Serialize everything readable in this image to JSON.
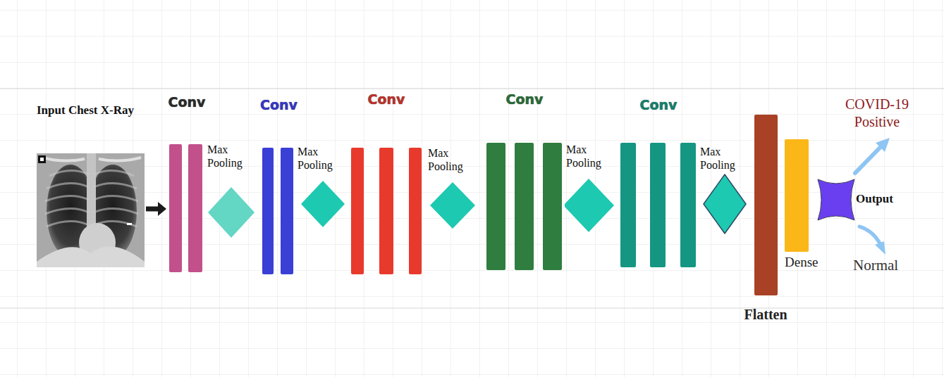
{
  "diagram": {
    "nodes": [
      {
        "text": [
          "Input Chest X-Ray"
        ]
      },
      {
        "text": [
          "Conv"
        ]
      },
      {
        "text": [
          "Max Pooling"
        ]
      },
      {
        "text": [
          "Conv"
        ]
      },
      {
        "text": [
          "Max Pooling"
        ]
      },
      {
        "text": [
          "Conv"
        ]
      },
      {
        "text": [
          "Max Pooling"
        ]
      },
      {
        "text": [
          "Conv"
        ]
      },
      {
        "text": [
          "Max Pooling"
        ]
      },
      {
        "text": [
          "Conv"
        ]
      },
      {
        "text": [
          "Max Pooling"
        ]
      },
      {
        "text": [
          "Flatten"
        ]
      },
      {
        "text": [
          "Dense"
        ]
      },
      {
        "text": [
          "Output"
        ]
      }
    ],
    "edges": [
      {
        "from": 0,
        "to": 1,
        "arrow": "to"
      }
    ],
    "labels": [
      "COVID-19 Positive",
      "Normal"
    ]
  }
}
